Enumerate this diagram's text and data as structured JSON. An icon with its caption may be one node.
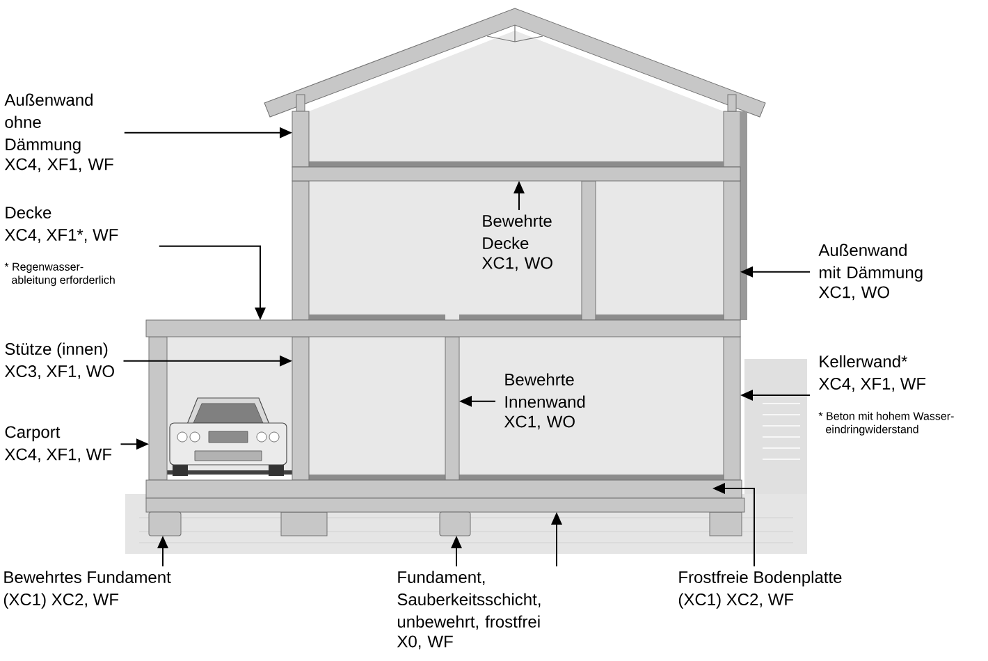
{
  "diagram": {
    "nodes": [
      {
        "text": [
          "Außenwand ohne Dämmung",
          "XC4, XF1, WF"
        ]
      },
      {
        "text": [
          "Decke",
          "XC4, XF1*, WF",
          "* Regenwasser- ableitung erforderlich"
        ]
      },
      {
        "text": [
          "Stütze (innen)",
          "XC3, XF1, WO"
        ]
      },
      {
        "text": [
          "Carport",
          "XC4, XF1, WF"
        ]
      },
      {
        "text": [
          "Bewehrte Decke",
          "XC1, WO"
        ]
      },
      {
        "text": [
          "Bewehrte Innenwand",
          "XC1, WO"
        ]
      },
      {
        "text": [
          "Außenwand mit Dämmung",
          "XC1, WO"
        ]
      },
      {
        "text": [
          "Kellerwand*",
          "XC4, XF1, WF",
          "* Beton mit hohem Wasser- eindringwiderstand"
        ]
      },
      {
        "text": [
          "Bewehrtes Fundament",
          "(XC1) XC2, WF"
        ]
      },
      {
        "text": [
          "Fundament, Sauberkeitsschicht, unbewehrt, frostfrei",
          "X0, WF"
        ]
      },
      {
        "text": [
          "Frostfreie Bodenplatte",
          "(XC1) XC2, WF"
        ]
      },
      {
        "text": [],
        "shape": "bar"
      },
      {
        "text": [],
        "shape": "bar"
      },
      {
        "text": [],
        "shape": "bar"
      },
      {
        "text": [],
        "shape": "bar"
      },
      {
        "text": [],
        "shape": "bar"
      },
      {
        "text": [],
        "shape": "bar"
      },
      {
        "text": [],
        "shape": "bar"
      },
      {
        "text": [],
        "shape": "bar"
      },
      {
        "text": [],
        "shape": "box"
      },
      {
        "text": [],
        "shape": "box"
      },
      {
        "text": [],
        "shape": "bar"
      },
      {
        "text": [],
        "shape": "bar"
      },
      {
        "text": [],
        "shape": "bar"
      }
    ],
    "edges": [
      {
        "from": 0,
        "to": 12,
        "arrow": "to"
      },
      {
        "from": 1,
        "to": 14,
        "arrow": "to"
      },
      {
        "from": 2,
        "to": 21,
        "arrow": "to"
      },
      {
        "from": 3,
        "to": 11,
        "arrow": "to"
      },
      {
        "from": 4,
        "to": 13,
        "arrow": "to"
      },
      {
        "from": 5,
        "to": 15,
        "arrow": "to"
      },
      {
        "from": 6,
        "to": 16,
        "arrow": "to"
      },
      {
        "from": 7,
        "to": 22,
        "arrow": "to"
      },
      {
        "from": 8,
        "to": 19,
        "arrow": "to"
      },
      {
        "from": 9,
        "to": 20,
        "arrow": "to"
      },
      {
        "from": 9,
        "to": 18,
        "arrow": "to"
      },
      {
        "from": 10,
        "to": 17,
        "arrow": "to"
      }
    ]
  }
}
